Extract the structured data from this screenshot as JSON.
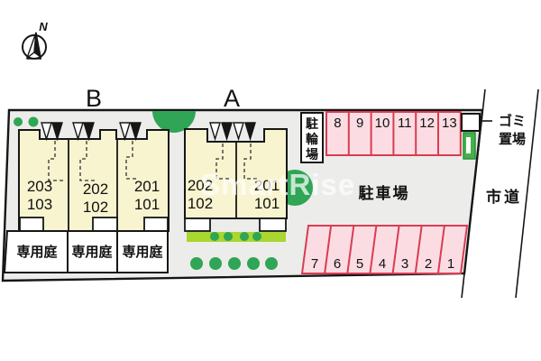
{
  "compass": {
    "label": "N"
  },
  "buildings": {
    "b": {
      "label": "B",
      "units": [
        {
          "upper": "203",
          "lower": "103"
        },
        {
          "upper": "202",
          "lower": "102"
        },
        {
          "upper": "201",
          "lower": "101"
        }
      ]
    },
    "a": {
      "label": "A",
      "units": [
        {
          "upper": "202",
          "lower": "102"
        },
        {
          "upper": "201",
          "lower": "101"
        }
      ]
    }
  },
  "garden_label": "専用庭",
  "bike_parking": {
    "chars": [
      "駐",
      "輪",
      "場"
    ]
  },
  "garbage": {
    "line1": "ゴミ",
    "line2": "置場"
  },
  "parking": {
    "label": "駐車場",
    "top_row": [
      "8",
      "9",
      "10",
      "11",
      "12",
      "13"
    ],
    "bottom_row": [
      "7",
      "6",
      "5",
      "4",
      "3",
      "2",
      "1"
    ]
  },
  "road_label": "市道",
  "watermark": "SmartRise",
  "colors": {
    "site_fill": "#ececea",
    "building_fill": "#f8f4cf",
    "parking_fill": "#fbdce3",
    "parking_border": "#d83d52",
    "tree_green": "#2fa555",
    "strip_green": "#a9d62f",
    "line_black": "#161616"
  }
}
